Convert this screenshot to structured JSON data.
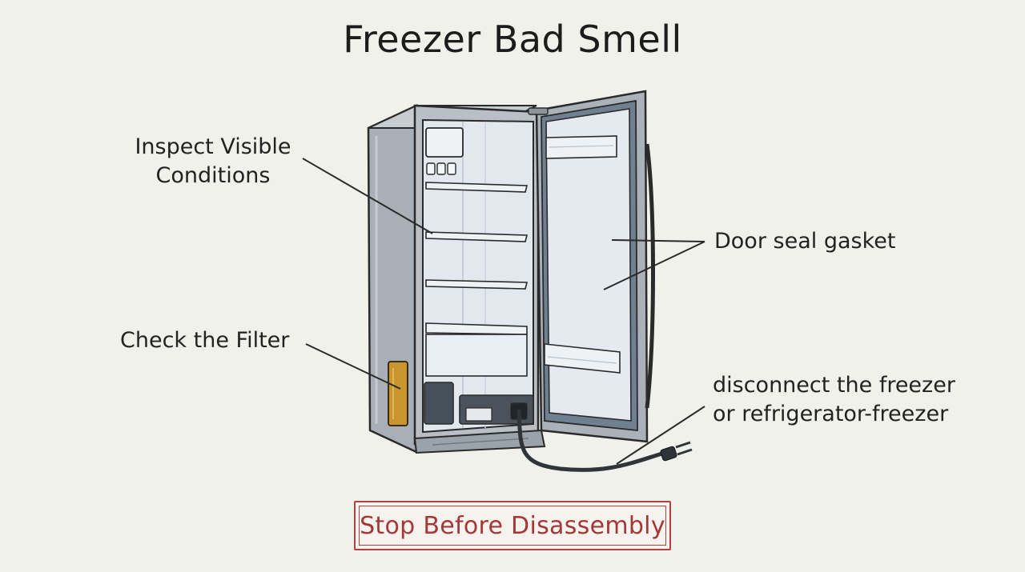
{
  "title": "Freezer Bad Smell",
  "labels": {
    "inspect": "Inspect Visible Conditions",
    "filter": "Check the Filter",
    "seal": "Door seal gasket",
    "disconnect": "disconnect the freezer or refrigerator-freezer"
  },
  "stop_button": "Stop Before Disassembly",
  "colors": {
    "background": "#f1f1ec",
    "cabinet": "#a9b0b7",
    "interior": "#e3e9ef",
    "filter": "#c9952f",
    "stop": "#b34040"
  }
}
